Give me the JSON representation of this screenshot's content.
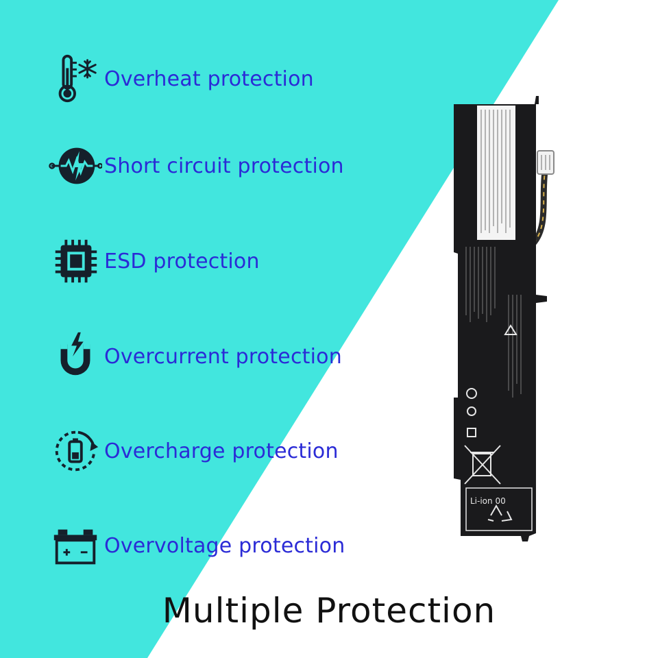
{
  "colors": {
    "accent": "#42e6de",
    "label": "#2b2bd6",
    "icon": "#15202b",
    "battery": "#1a1a1c"
  },
  "features": [
    {
      "label": "Overheat protection",
      "icon": "thermometer-snowflake-icon"
    },
    {
      "label": "Short circuit protection",
      "icon": "lightning-circuit-icon"
    },
    {
      "label": "ESD protection",
      "icon": "chip-icon"
    },
    {
      "label": "Overcurrent protection",
      "icon": "magnet-lightning-icon"
    },
    {
      "label": "Overcharge protection",
      "icon": "battery-refresh-icon"
    },
    {
      "label": "Overvoltage protection",
      "icon": "car-battery-icon"
    }
  ],
  "title": "Multiple Protection",
  "battery": {
    "marking": "Li-ion 00"
  }
}
